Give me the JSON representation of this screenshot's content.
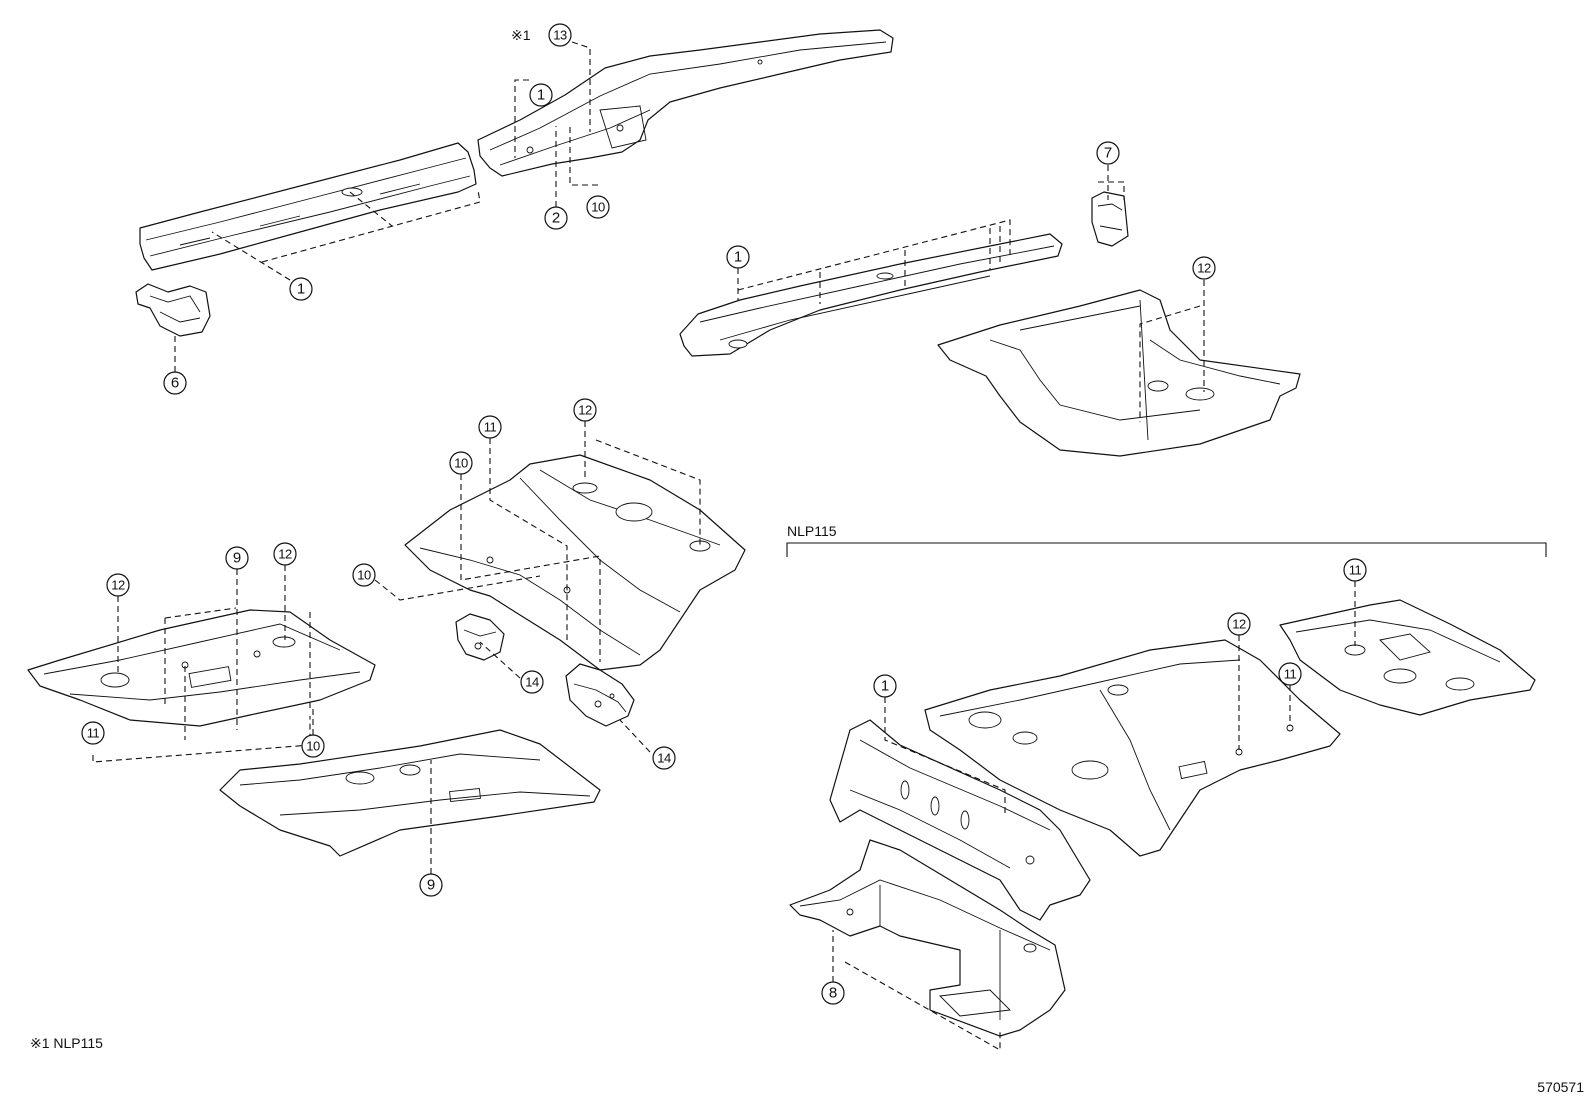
{
  "diagram": {
    "note_mark": "※1",
    "callouts": [
      "13",
      "1",
      "2",
      "10",
      "1",
      "6",
      "7",
      "1",
      "12",
      "12",
      "11",
      "10",
      "10",
      "9",
      "12",
      "12",
      "11",
      "10",
      "14",
      "14",
      "9",
      "11",
      "12",
      "1",
      "11",
      "8"
    ],
    "variant_label": "NLP115",
    "footnote": "※1 NLP115",
    "figure_id": "570571"
  }
}
